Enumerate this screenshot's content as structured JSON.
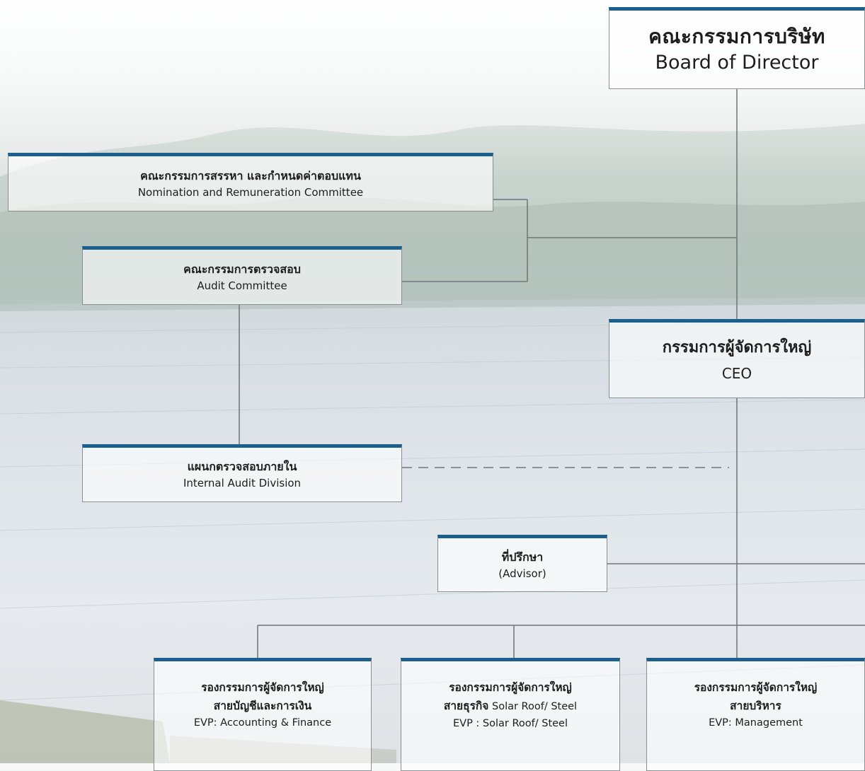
{
  "colors": {
    "accent": "#1b5f8c",
    "border": "#8b8f92",
    "line": "#6f7477",
    "text": "#1d1d1d"
  },
  "org": {
    "board": {
      "th": "คณะกรรมการบริษัท",
      "en": "Board of Director"
    },
    "nomination": {
      "th": "คณะกรรมการสรรหา และกำหนดค่าตอบแทน",
      "en": "Nomination and Remuneration Committee"
    },
    "audit": {
      "th": "คณะกรรมการตรวจสอบ",
      "en": "Audit Committee"
    },
    "ceo": {
      "th": "กรรมการผู้จัดการใหญ่",
      "en": "CEO"
    },
    "internal_audit": {
      "th": "แผนกตรวจสอบภายใน",
      "en": "Internal Audit Division"
    },
    "advisor": {
      "th": "ที่ปรึกษา",
      "en": "(Advisor)"
    },
    "evp_finance": {
      "th1": "รองกรรมการผู้จัดการใหญ่",
      "th2": "สายบัญชีและการเงิน",
      "en": "EVP: Accounting & Finance"
    },
    "evp_business": {
      "th1": "รองกรรมการผู้จัดการใหญ่",
      "th2": "สายธุรกิจ",
      "th2_en": " Solar Roof/ Steel",
      "en": "EVP : Solar Roof/ Steel"
    },
    "evp_management": {
      "th1": "รองกรรมการผู้จัดการใหญ่",
      "th2": "สายบริหาร",
      "en": "EVP: Management"
    }
  }
}
